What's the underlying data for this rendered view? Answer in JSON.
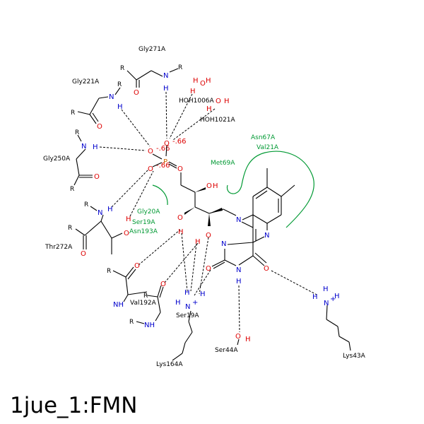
{
  "title": "1jue_1:FMN",
  "colors": {
    "carbon": "#000000",
    "nitrogen": "#0000CC",
    "oxygen": "#DD0000",
    "phosphorus": "#CC6600",
    "hydrophobic": "#009933"
  },
  "hbond_residues": [
    "Gly271A",
    "Gly221A",
    "Gly250A",
    "Thr272A",
    "Val192A",
    "Ser19A",
    "Lys164A",
    "Ser44A",
    "Lys43A"
  ],
  "waters": [
    "HOH1006A",
    "HOH1021A"
  ],
  "hydrophobic_residues": [
    "Asn67A",
    "Val21A",
    "Met69A",
    "Gly20A",
    "Ser19A",
    "Asn193A"
  ],
  "atoms": {
    "R": "R",
    "N": "N",
    "H": "H",
    "O": "O",
    "P": "P",
    "NH": "NH",
    "NPlus": "N",
    "plus": "+",
    "charge": "-.66",
    "charge_alt": "-.66"
  }
}
